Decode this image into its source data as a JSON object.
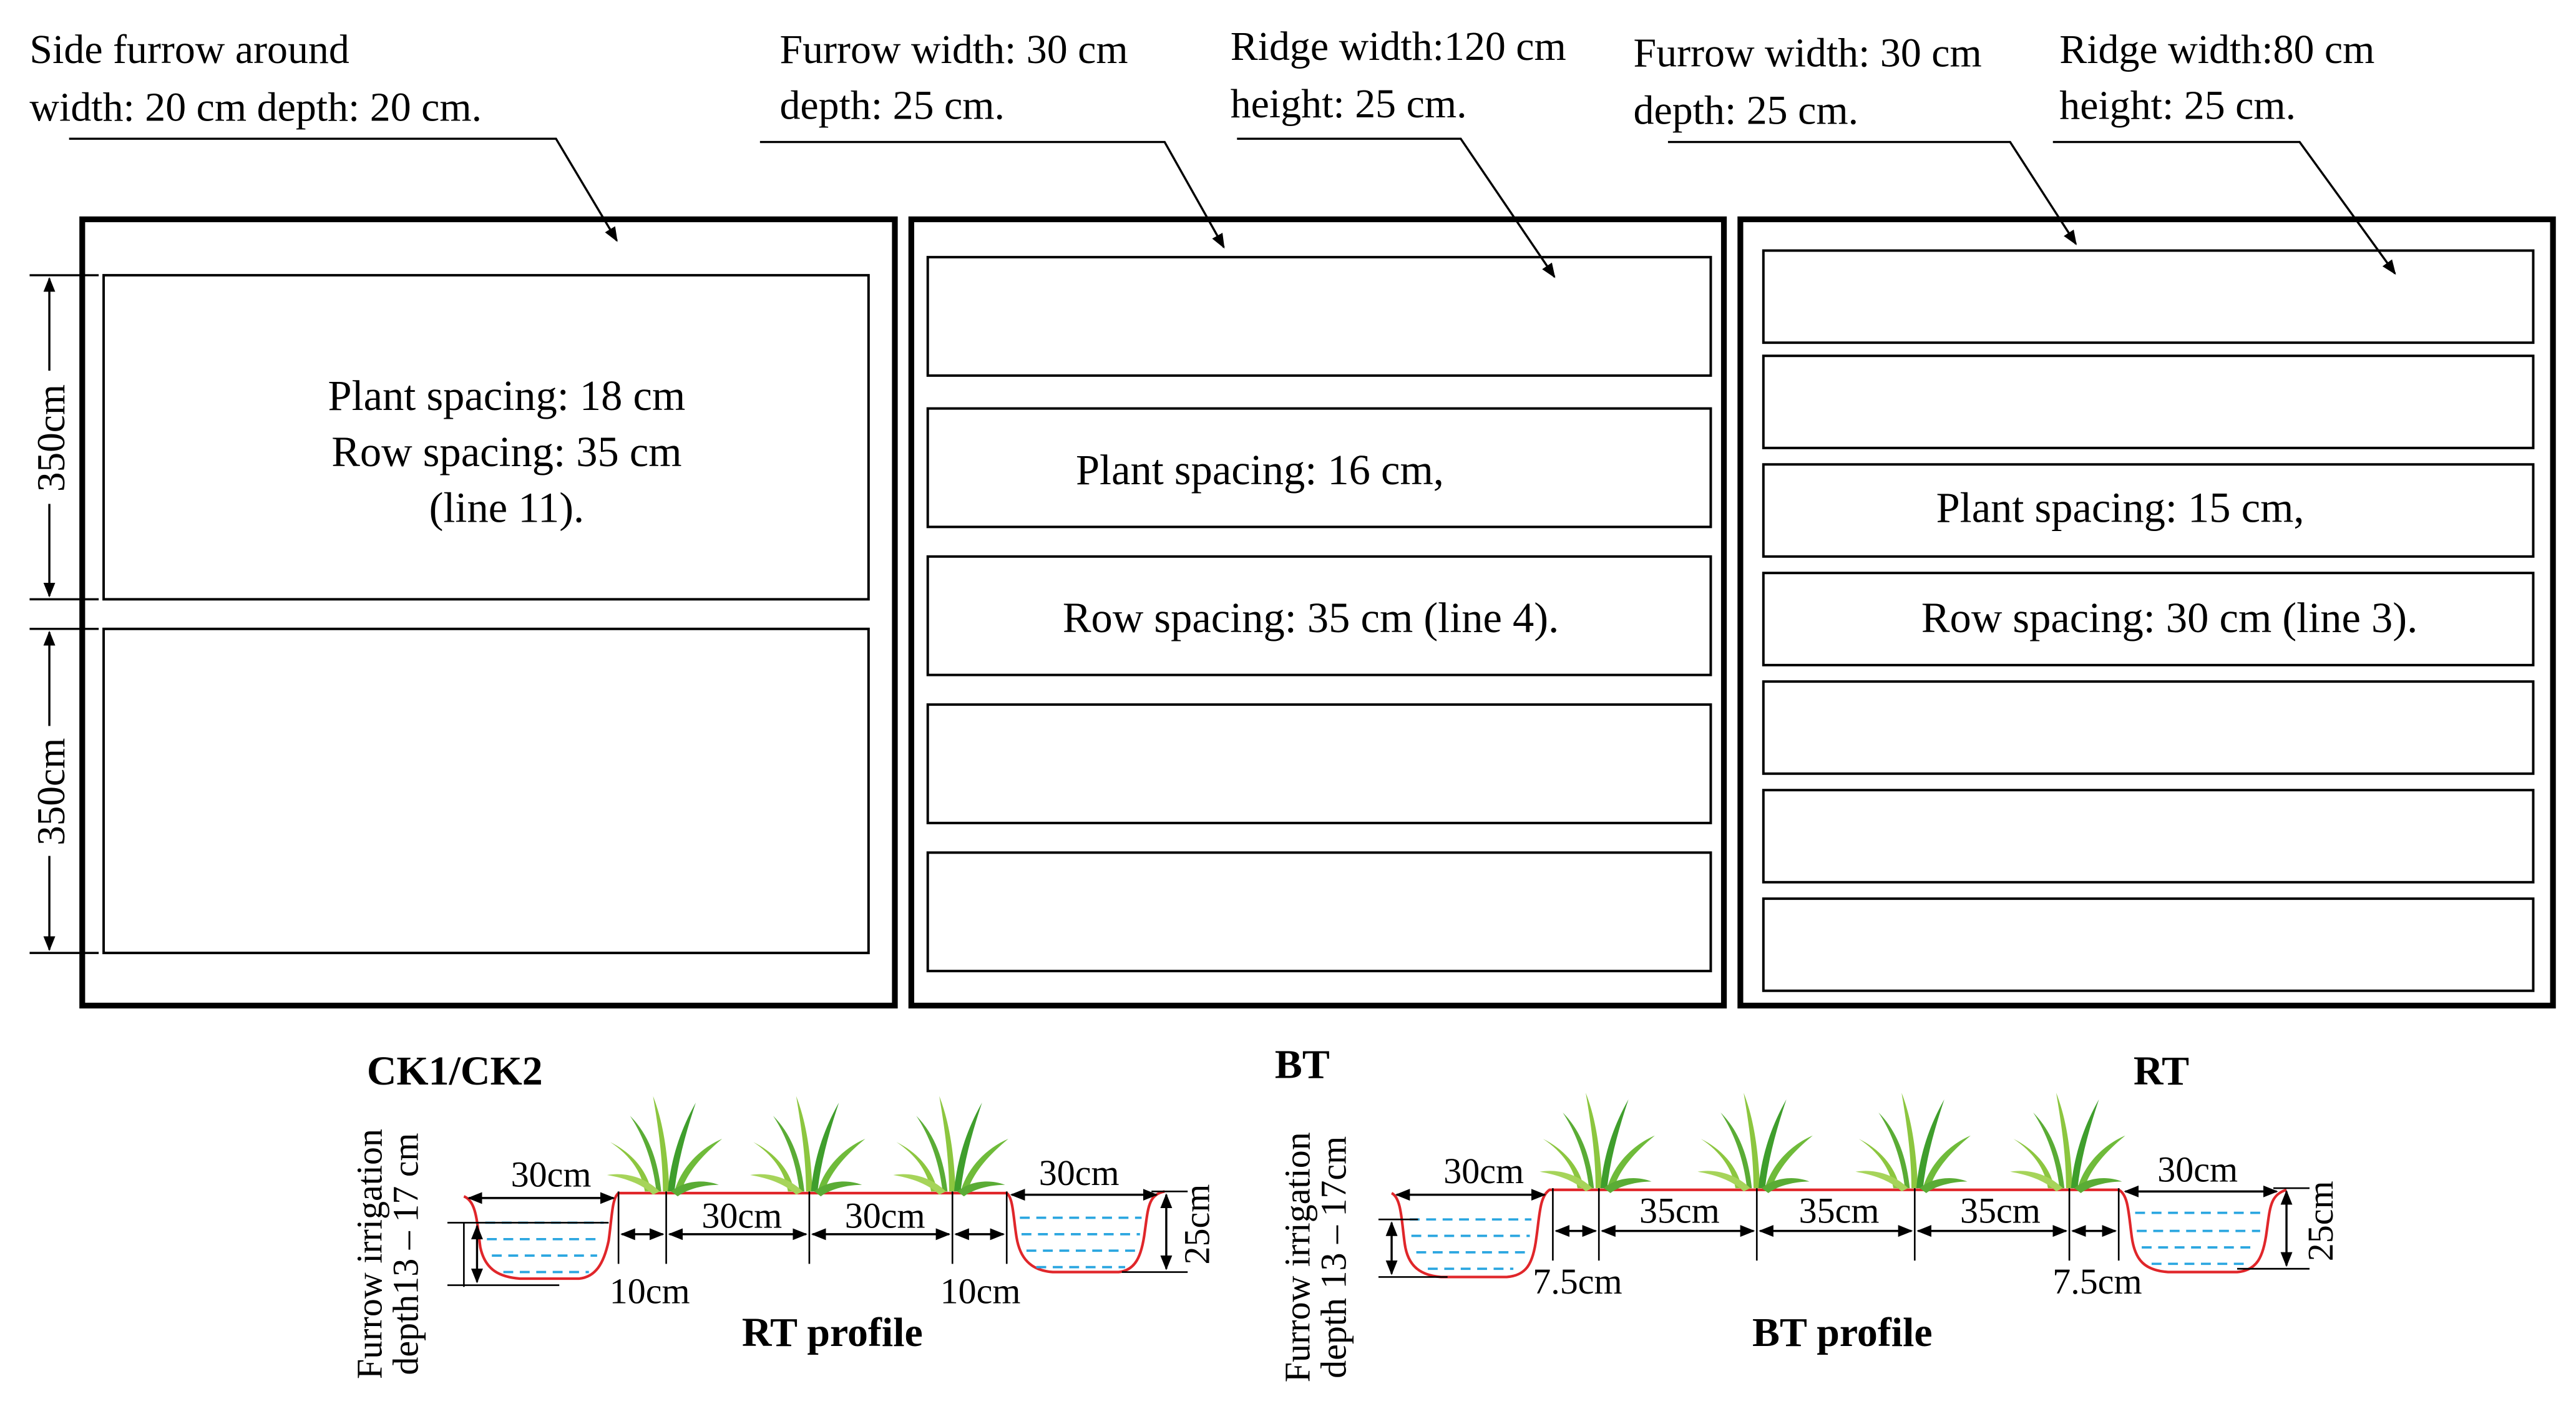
{
  "annotations": {
    "side_furrow_l1": "Side furrow around",
    "side_furrow_l2": "width: 20 cm depth: 20 cm.",
    "bt_furrow_l1": "Furrow width: 30 cm",
    "bt_furrow_l2": "depth: 25 cm.",
    "bt_ridge_l1": "Ridge width:120 cm",
    "bt_ridge_l2": "height: 25 cm.",
    "rt_furrow_l1": "Furrow width: 30 cm",
    "rt_furrow_l2": "depth: 25 cm.",
    "rt_ridge_l1": "Ridge width:80 cm",
    "rt_ridge_l2": "height: 25 cm."
  },
  "plots": {
    "ck": {
      "dim_upper": "350cm",
      "dim_lower": "350cm",
      "text_l1": "Plant spacing: 18 cm",
      "text_l2": "Row spacing: 35 cm",
      "text_l3": "(line 11)."
    },
    "bt": {
      "plant_spacing": "Plant spacing: 16 cm,",
      "row_spacing": "Row spacing: 35 cm (line 4)."
    },
    "rt": {
      "plant_spacing": "Plant spacing: 15 cm,",
      "row_spacing": "Row spacing: 30 cm (line 3)."
    }
  },
  "labels": {
    "ck": "CK1/CK2",
    "bt": "BT",
    "rt": "RT"
  },
  "profiles": {
    "rt": {
      "title": "RT profile",
      "side_label_l1": "Furrow irrigation",
      "side_label_l2": "depth13 – 17 cm",
      "furrow_left": "30cm",
      "furrow_right": "30cm",
      "spacing_1": "30cm",
      "spacing_2": "30cm",
      "edge_left": "10cm",
      "edge_right": "10cm",
      "height": "25cm"
    },
    "bt": {
      "title": "BT profile",
      "side_label_l1": "Furrow  irrigation",
      "side_label_l2": "depth 13 – 17cm",
      "furrow_left": "30cm",
      "furrow_right": "30cm",
      "spacing_1": "35cm",
      "spacing_2": "35cm",
      "spacing_3": "35cm",
      "edge_left": "7.5cm",
      "edge_right": "7.5cm",
      "height": "25cm"
    }
  },
  "colors": {
    "soil_line": "#e0262a",
    "water_line": "#2aa6e0",
    "plant_light": "#9bd04a",
    "plant_dark": "#3f9e2c"
  }
}
